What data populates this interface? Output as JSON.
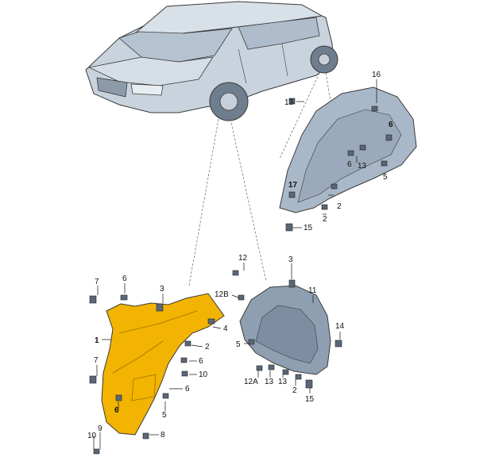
{
  "colors": {
    "highlight": "#f2b400",
    "part_grey": "#a9b8c9",
    "part_dark": "#7e8ea2",
    "car_body": "#c9d3de",
    "line": "#3a3a3a"
  },
  "callouts": [
    {
      "id": "c-16",
      "text": "16"
    },
    {
      "id": "c-13a",
      "text": "13"
    },
    {
      "id": "c-6a",
      "text": "6"
    },
    {
      "id": "c-6b",
      "text": "6"
    },
    {
      "id": "c-13b",
      "text": "13"
    },
    {
      "id": "c-5a",
      "text": "5"
    },
    {
      "id": "c-17",
      "text": "17"
    },
    {
      "id": "c-2a",
      "text": "2"
    },
    {
      "id": "c-2b",
      "text": "2"
    },
    {
      "id": "c-15a",
      "text": "15"
    },
    {
      "id": "c-12",
      "text": "12"
    },
    {
      "id": "c-3a",
      "text": "3"
    },
    {
      "id": "c-11",
      "text": "11"
    },
    {
      "id": "c-7a",
      "text": "7"
    },
    {
      "id": "c-6c",
      "text": "6"
    },
    {
      "id": "c-3b",
      "text": "3"
    },
    {
      "id": "c-12B",
      "text": "12B"
    },
    {
      "id": "c-4",
      "text": "4"
    },
    {
      "id": "c-14",
      "text": "14"
    },
    {
      "id": "c-1",
      "text": "1"
    },
    {
      "id": "c-2c",
      "text": "2"
    },
    {
      "id": "c-5b",
      "text": "5"
    },
    {
      "id": "c-6d",
      "text": "6"
    },
    {
      "id": "c-10a",
      "text": "10"
    },
    {
      "id": "c-7b",
      "text": "7"
    },
    {
      "id": "c-12A",
      "text": "12A"
    },
    {
      "id": "c-13c",
      "text": "13"
    },
    {
      "id": "c-13d",
      "text": "13"
    },
    {
      "id": "c-2d",
      "text": "2"
    },
    {
      "id": "c-6e",
      "text": "6"
    },
    {
      "id": "c-6f",
      "text": "6"
    },
    {
      "id": "c-15b",
      "text": "15"
    },
    {
      "id": "c-5c",
      "text": "5"
    },
    {
      "id": "c-9",
      "text": "9"
    },
    {
      "id": "c-8",
      "text": "8"
    },
    {
      "id": "c-10b",
      "text": "10"
    }
  ]
}
